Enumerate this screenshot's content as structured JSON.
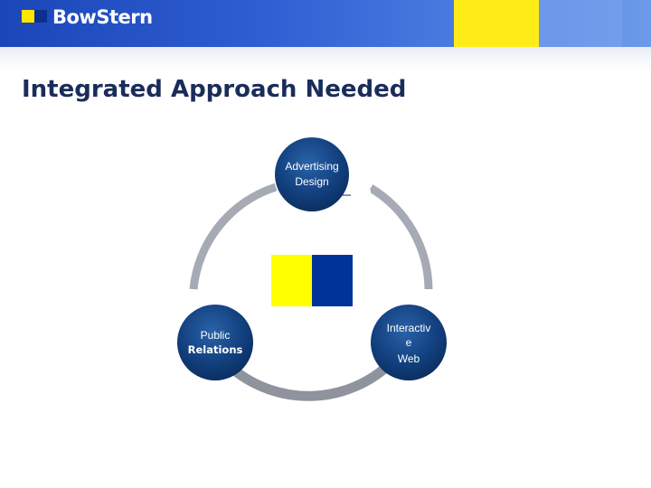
{
  "header": {
    "brand_name": "BowStern",
    "brand_colors": {
      "yellow": "#ffe600",
      "blue": "#0b2f8f",
      "band": "#1b46b8"
    }
  },
  "slide": {
    "title": "Integrated Approach Needed"
  },
  "diagram": {
    "nodes": [
      {
        "id": "advertising",
        "line1": "Advertising",
        "line2": "Design"
      },
      {
        "id": "public-relations",
        "line1": "Public",
        "line2": "Relations"
      },
      {
        "id": "interactive",
        "line1": "Interactiv",
        "line2": "e",
        "line3": "Web"
      }
    ],
    "ring_color": "#a3a8b3",
    "node_color": "#0e3a78",
    "center_colors": [
      "#ffff00",
      "#00339a"
    ]
  }
}
